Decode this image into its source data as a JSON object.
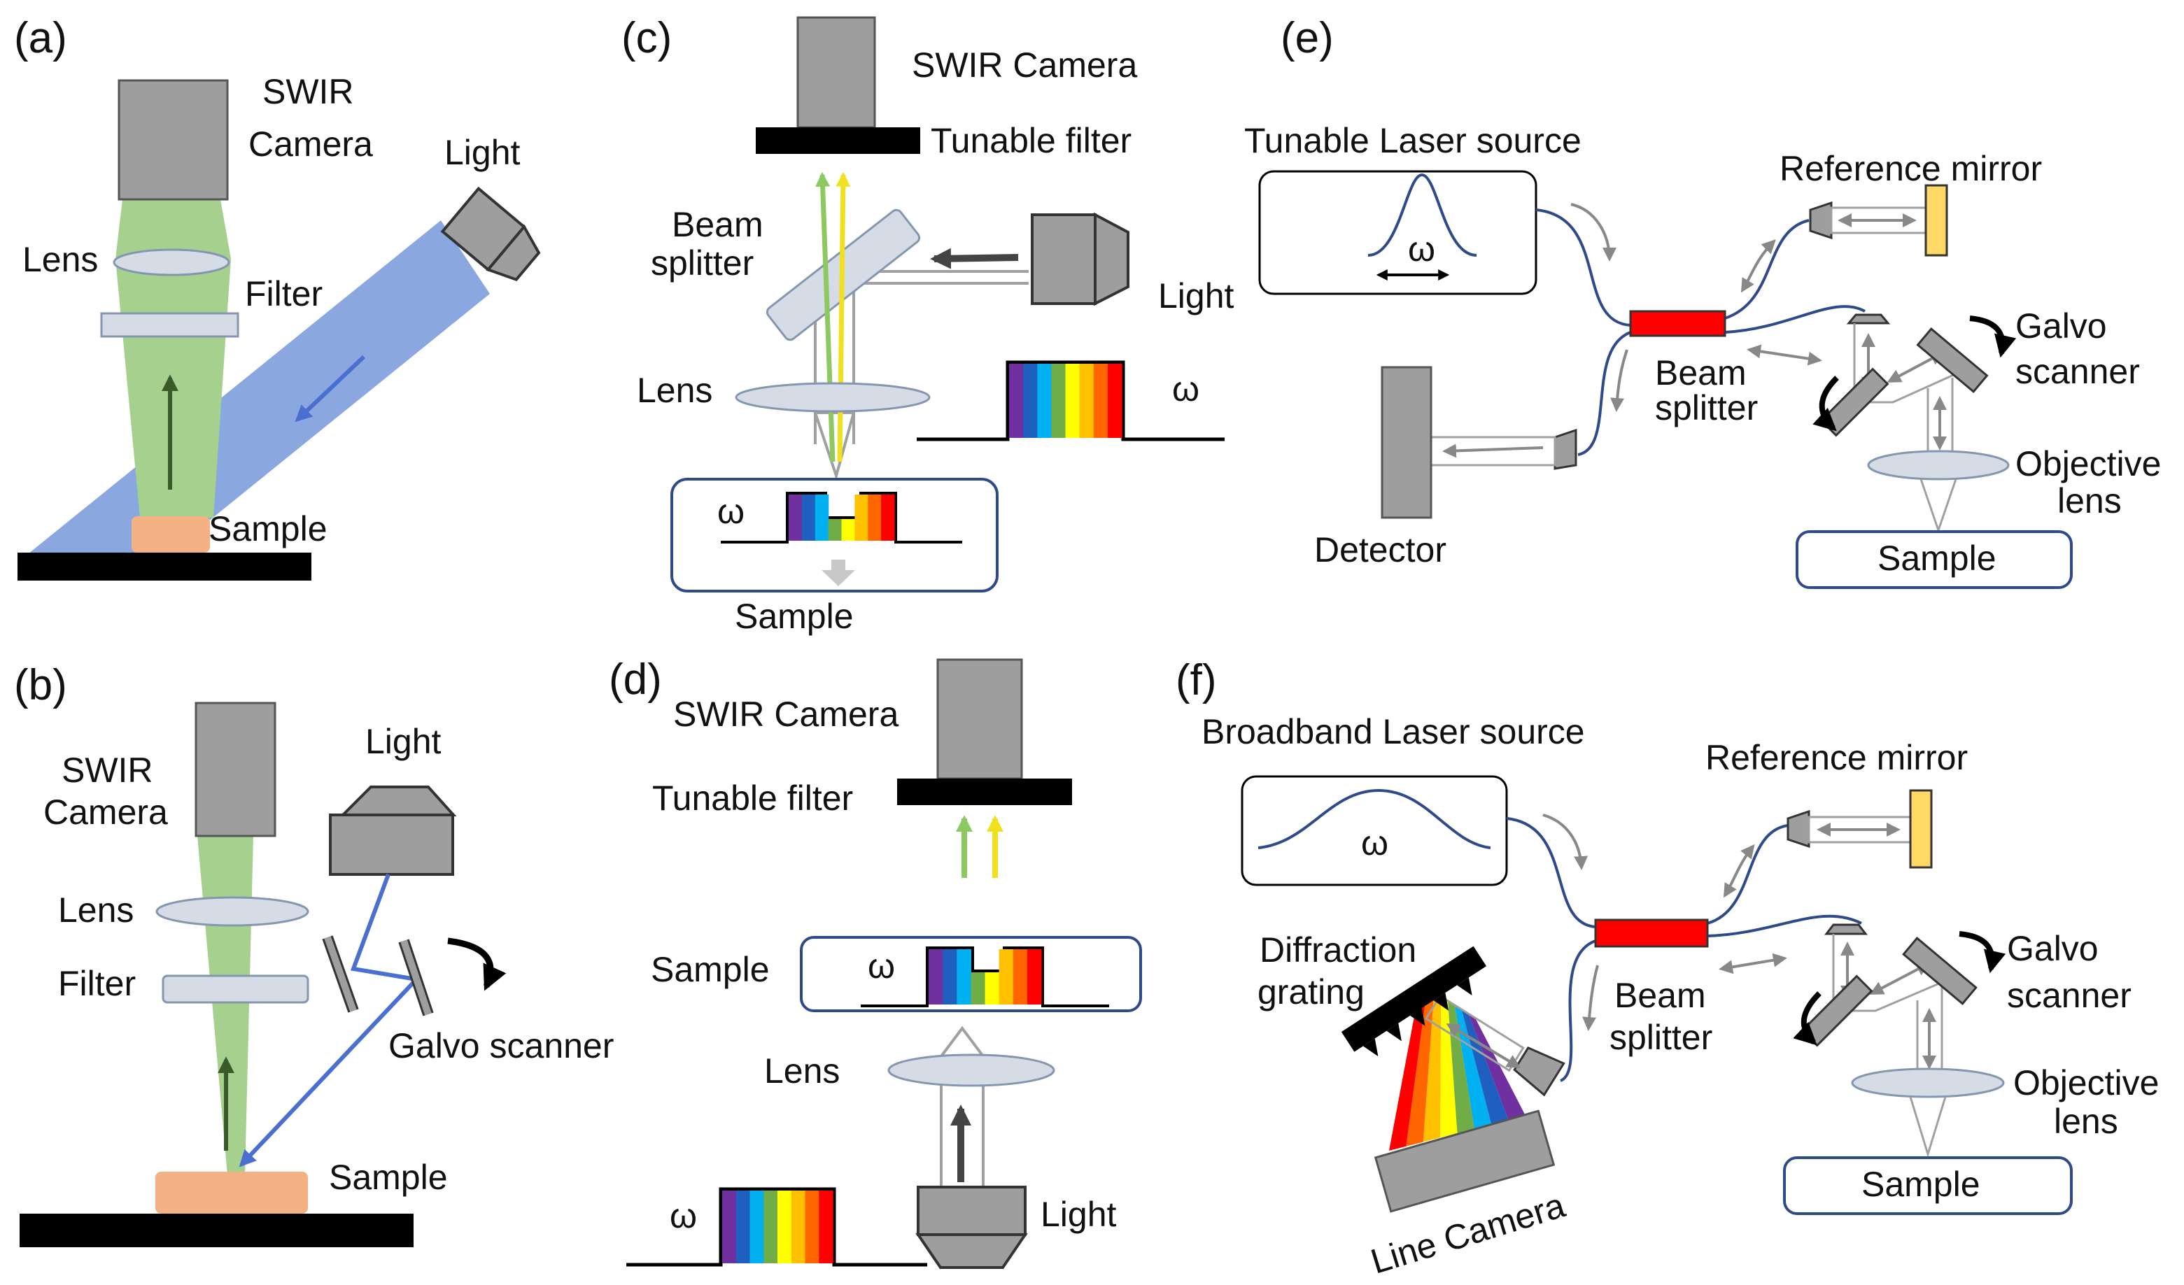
{
  "panels": {
    "a": {
      "tag": "(a)",
      "camera_line1": "SWIR",
      "camera_line2": "Camera",
      "light": "Light",
      "lens": "Lens",
      "filter": "Filter",
      "sample": "Sample"
    },
    "b": {
      "tag": "(b)",
      "camera_line1": "SWIR",
      "camera_line2": "Camera",
      "light": "Light",
      "lens": "Lens",
      "filter": "Filter",
      "galvo": "Galvo scanner",
      "sample": "Sample"
    },
    "c": {
      "tag": "(c)",
      "camera": "SWIR Camera",
      "tunable_filter": "Tunable filter",
      "beam_line1": "Beam",
      "beam_line2": "splitter",
      "light": "Light",
      "lens": "Lens",
      "omega_spectrum": "ω",
      "omega_sample": "ω",
      "sample": "Sample"
    },
    "d": {
      "tag": "(d)",
      "camera": "SWIR Camera",
      "tunable_filter": "Tunable filter",
      "sample": "Sample",
      "omega_sample": "ω",
      "lens": "Lens",
      "omega_spectrum": "ω",
      "light": "Light"
    },
    "e": {
      "tag": "(e)",
      "source": "Tunable Laser source",
      "omega": "ω",
      "ref_mirror": "Reference mirror",
      "galvo_line1": "Galvo",
      "galvo_line2": "scanner",
      "beam_line1": "Beam",
      "beam_line2": "splitter",
      "objective_line1": "Objective",
      "objective_line2": "lens",
      "detector": "Detector",
      "sample": "Sample"
    },
    "f": {
      "tag": "(f)",
      "source": "Broadband Laser source",
      "omega": "ω",
      "ref_mirror": "Reference mirror",
      "diffraction_line1": "Diffraction",
      "diffraction_line2": "grating",
      "beam_line1": "Beam",
      "beam_line2": "splitter",
      "galvo_line1": "Galvo",
      "galvo_line2": "scanner",
      "objective_line1": "Objective",
      "objective_line2": "lens",
      "line_camera": "Line Camera",
      "sample": "Sample"
    }
  },
  "colors": {
    "camera_gray": "#9e9e9e",
    "beam_green": "#a6d08e",
    "light_blue": "#7d9fdc",
    "sample_peach": "#f4b183",
    "lens_fill": "#d6dce5",
    "fiber_blue": "#2f4a8a",
    "coupler_red": "#ff0000",
    "mirror_yellow": "#ffd966",
    "rainbow": [
      "#7030a0",
      "#1f5fbf",
      "#00b0f0",
      "#70ad47",
      "#ffff00",
      "#ffc000",
      "#ff6600",
      "#ff0000"
    ]
  }
}
